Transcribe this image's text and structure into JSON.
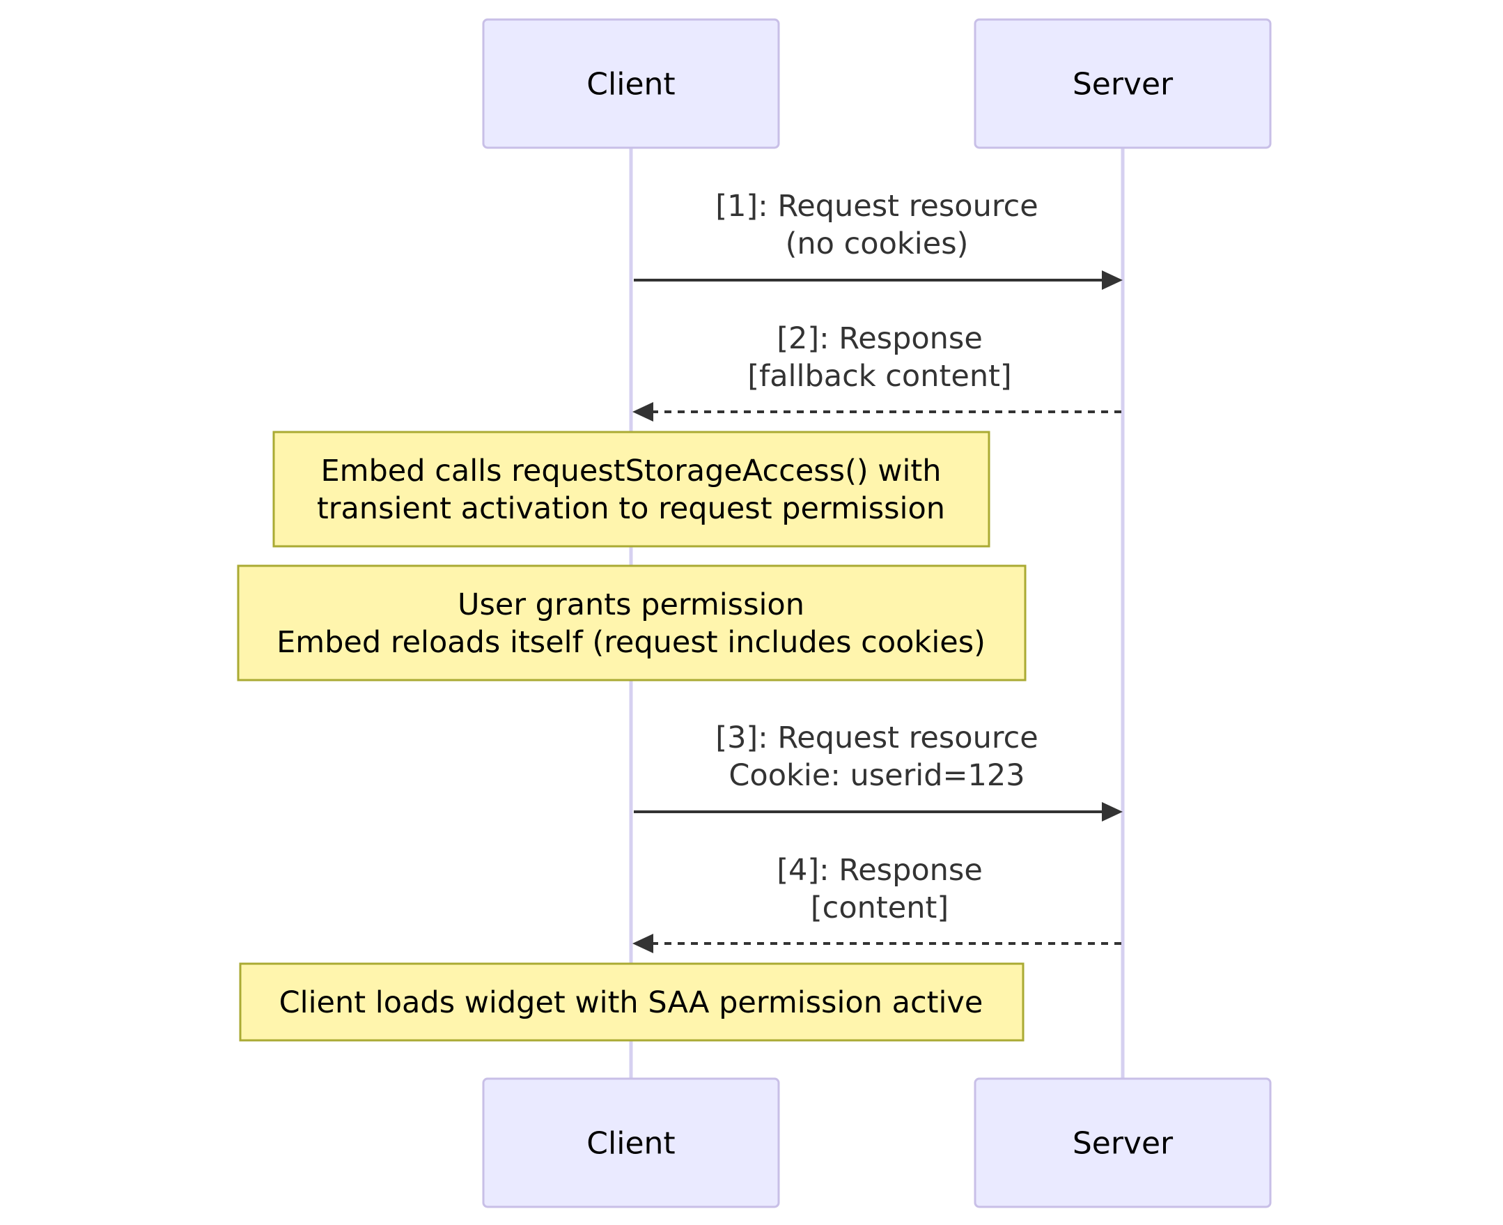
{
  "participants": {
    "client": "Client",
    "server": "Server"
  },
  "messages": [
    {
      "lines": [
        "[1]: Request resource",
        "(no cookies)"
      ],
      "from": "client",
      "to": "server",
      "style": "solid"
    },
    {
      "lines": [
        "[2]: Response",
        "[fallback content]"
      ],
      "from": "server",
      "to": "client",
      "style": "dashed"
    },
    {
      "lines": [
        "[3]: Request resource",
        "Cookie: userid=123"
      ],
      "from": "client",
      "to": "server",
      "style": "solid"
    },
    {
      "lines": [
        "[4]: Response",
        "[content]"
      ],
      "from": "server",
      "to": "client",
      "style": "dashed"
    }
  ],
  "notes": [
    {
      "lines": [
        "Embed calls requestStorageAccess() with",
        "transient activation to request permission"
      ]
    },
    {
      "lines": [
        "User grants permission",
        "Embed reloads itself (request includes cookies)"
      ]
    },
    {
      "lines": [
        "Client loads widget with SAA permission active"
      ]
    }
  ],
  "colors": {
    "actor_fill": "#eaeaff",
    "actor_border": "#c8bfe7",
    "lifeline": "#d6d0f0",
    "message_line": "#333333",
    "note_fill": "#fff5ad",
    "note_border": "#aaaa33"
  }
}
